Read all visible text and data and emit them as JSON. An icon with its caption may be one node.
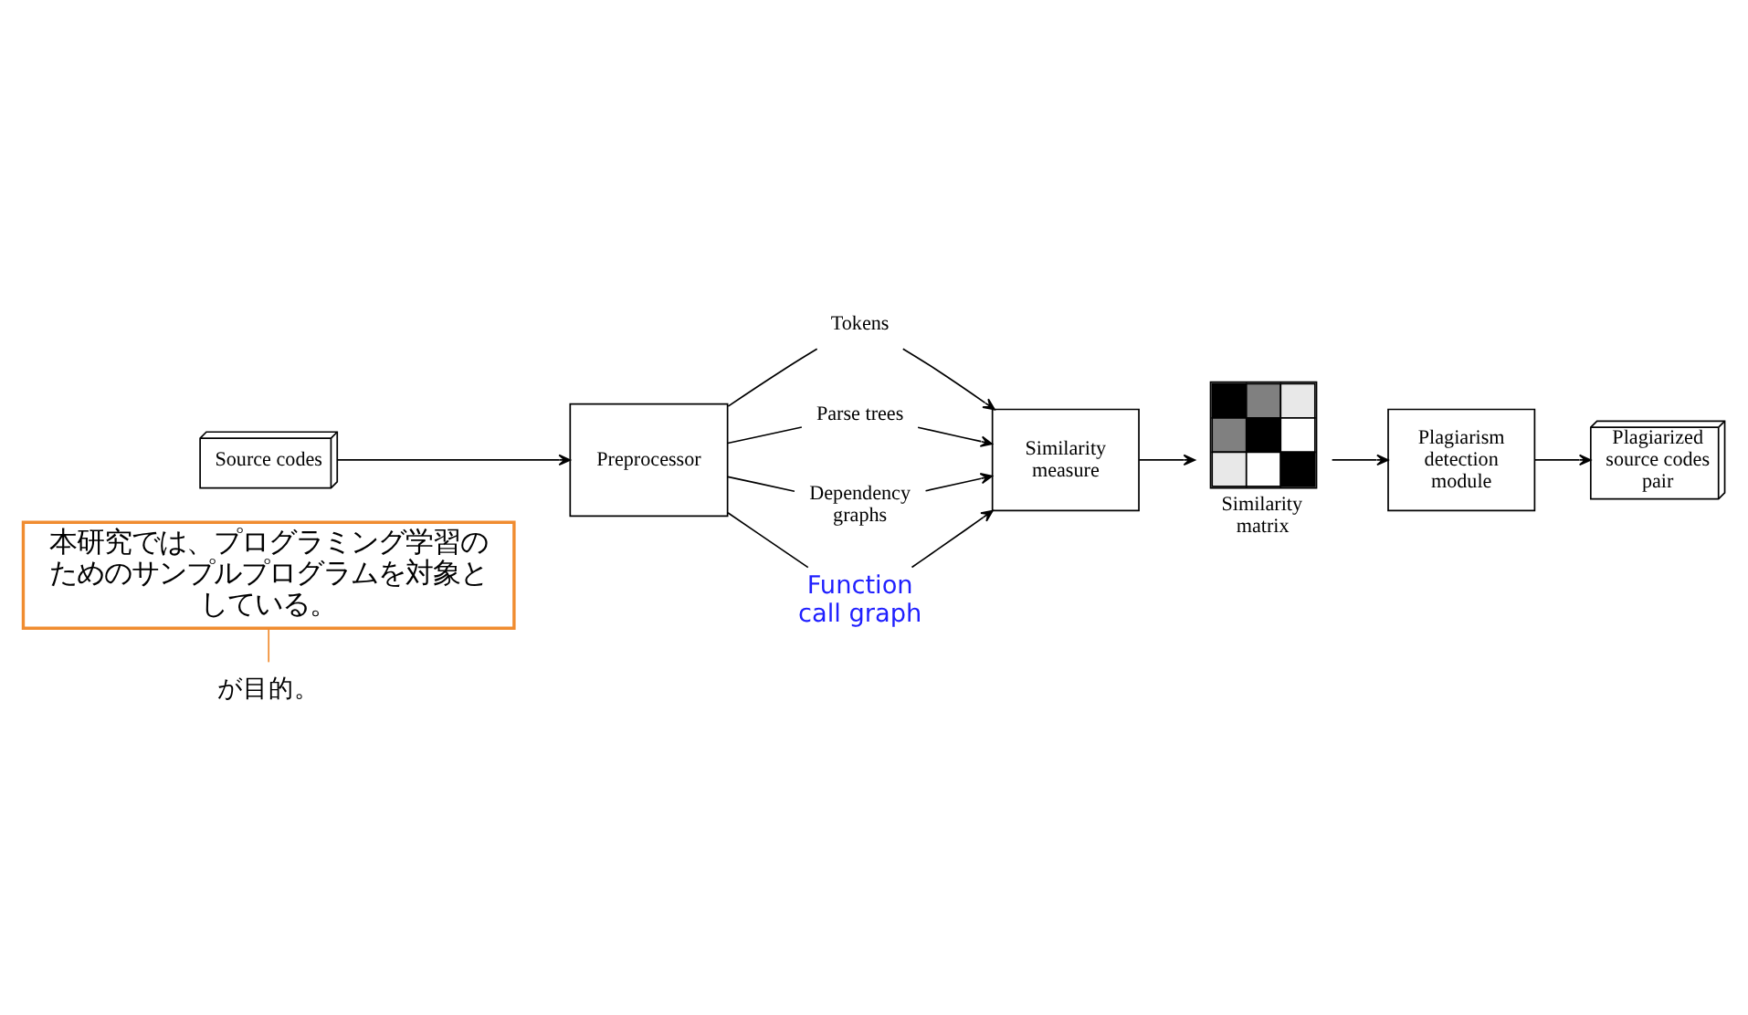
{
  "diagram": {
    "nodes": [
      {
        "text": [
          "が目的。"
        ]
      },
      {
        "text": [
          "本研究では、プログラミング学習のためのサンプルプログラムを対象としている。"
        ]
      },
      {
        "text": [
          "Source codes"
        ]
      },
      {
        "text": [
          "Preprocessor"
        ]
      },
      {
        "text": [
          "Tokens"
        ]
      },
      {
        "text": [
          "Parse trees"
        ]
      },
      {
        "text": [
          "Dependency graphs"
        ]
      },
      {
        "text": [
          "Function call graph"
        ]
      },
      {
        "text": [
          "Similarity measure"
        ]
      },
      {
        "text": [
          "Similarity matrix"
        ]
      },
      {
        "text": [
          "Plagiarism detection module"
        ]
      },
      {
        "text": [
          "Plagiarized source codes pair"
        ]
      }
    ],
    "edges": [
      {
        "from": 1,
        "to": 0,
        "arrow": "none",
        "color": "#f08c30"
      },
      {
        "from": 2,
        "to": 3,
        "arrow": "to"
      },
      {
        "from": 3,
        "to": 4,
        "arrow": "none"
      },
      {
        "from": 3,
        "to": 5,
        "arrow": "none"
      },
      {
        "from": 3,
        "to": 6,
        "arrow": "none"
      },
      {
        "from": 3,
        "to": 7,
        "arrow": "none"
      },
      {
        "from": 4,
        "to": 8,
        "arrow": "to"
      },
      {
        "from": 5,
        "to": 8,
        "arrow": "to"
      },
      {
        "from": 6,
        "to": 8,
        "arrow": "to"
      },
      {
        "from": 7,
        "to": 8,
        "arrow": "to"
      },
      {
        "from": 8,
        "to": 9,
        "arrow": "to"
      },
      {
        "from": 9,
        "to": 10,
        "arrow": "to"
      },
      {
        "from": 10,
        "to": 11,
        "arrow": "to"
      }
    ]
  }
}
